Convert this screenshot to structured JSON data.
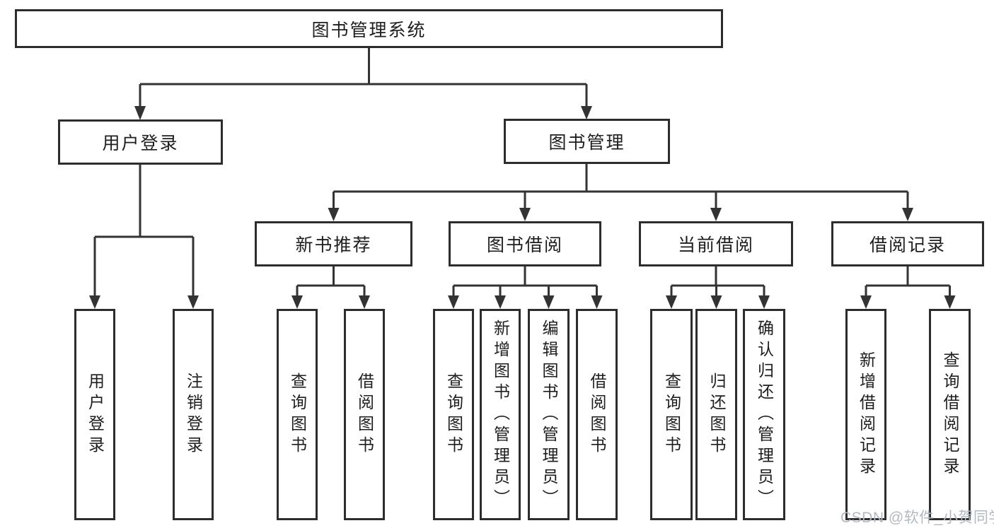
{
  "tree": {
    "label": "图书管理系统",
    "children": [
      {
        "label": "用户登录",
        "children": [
          {
            "label": "用户登录"
          },
          {
            "label": "注销登录"
          }
        ]
      },
      {
        "label": "图书管理",
        "children": [
          {
            "label": "新书推荐",
            "children": [
              {
                "label": "查询图书"
              },
              {
                "label": "借阅图书"
              }
            ]
          },
          {
            "label": "图书借阅",
            "children": [
              {
                "label": "查询图书"
              },
              {
                "label": "新增图书（管理员）"
              },
              {
                "label": "编辑图书（管理员）"
              },
              {
                "label": "借阅图书"
              }
            ]
          },
          {
            "label": "当前借阅",
            "children": [
              {
                "label": "查询图书"
              },
              {
                "label": "归还图书"
              },
              {
                "label": "确认归还（管理员）"
              }
            ]
          },
          {
            "label": "借阅记录",
            "children": [
              {
                "label": "新增借阅记录"
              },
              {
                "label": "查询借阅记录"
              }
            ]
          }
        ]
      }
    ]
  },
  "watermark": "CSDN @软件_小贺同学",
  "colors": {
    "line": "#333333",
    "box_border": "#2d2d2d",
    "text": "#1e1e1e",
    "background": "#ffffff",
    "watermark": "#b3b9c1"
  }
}
